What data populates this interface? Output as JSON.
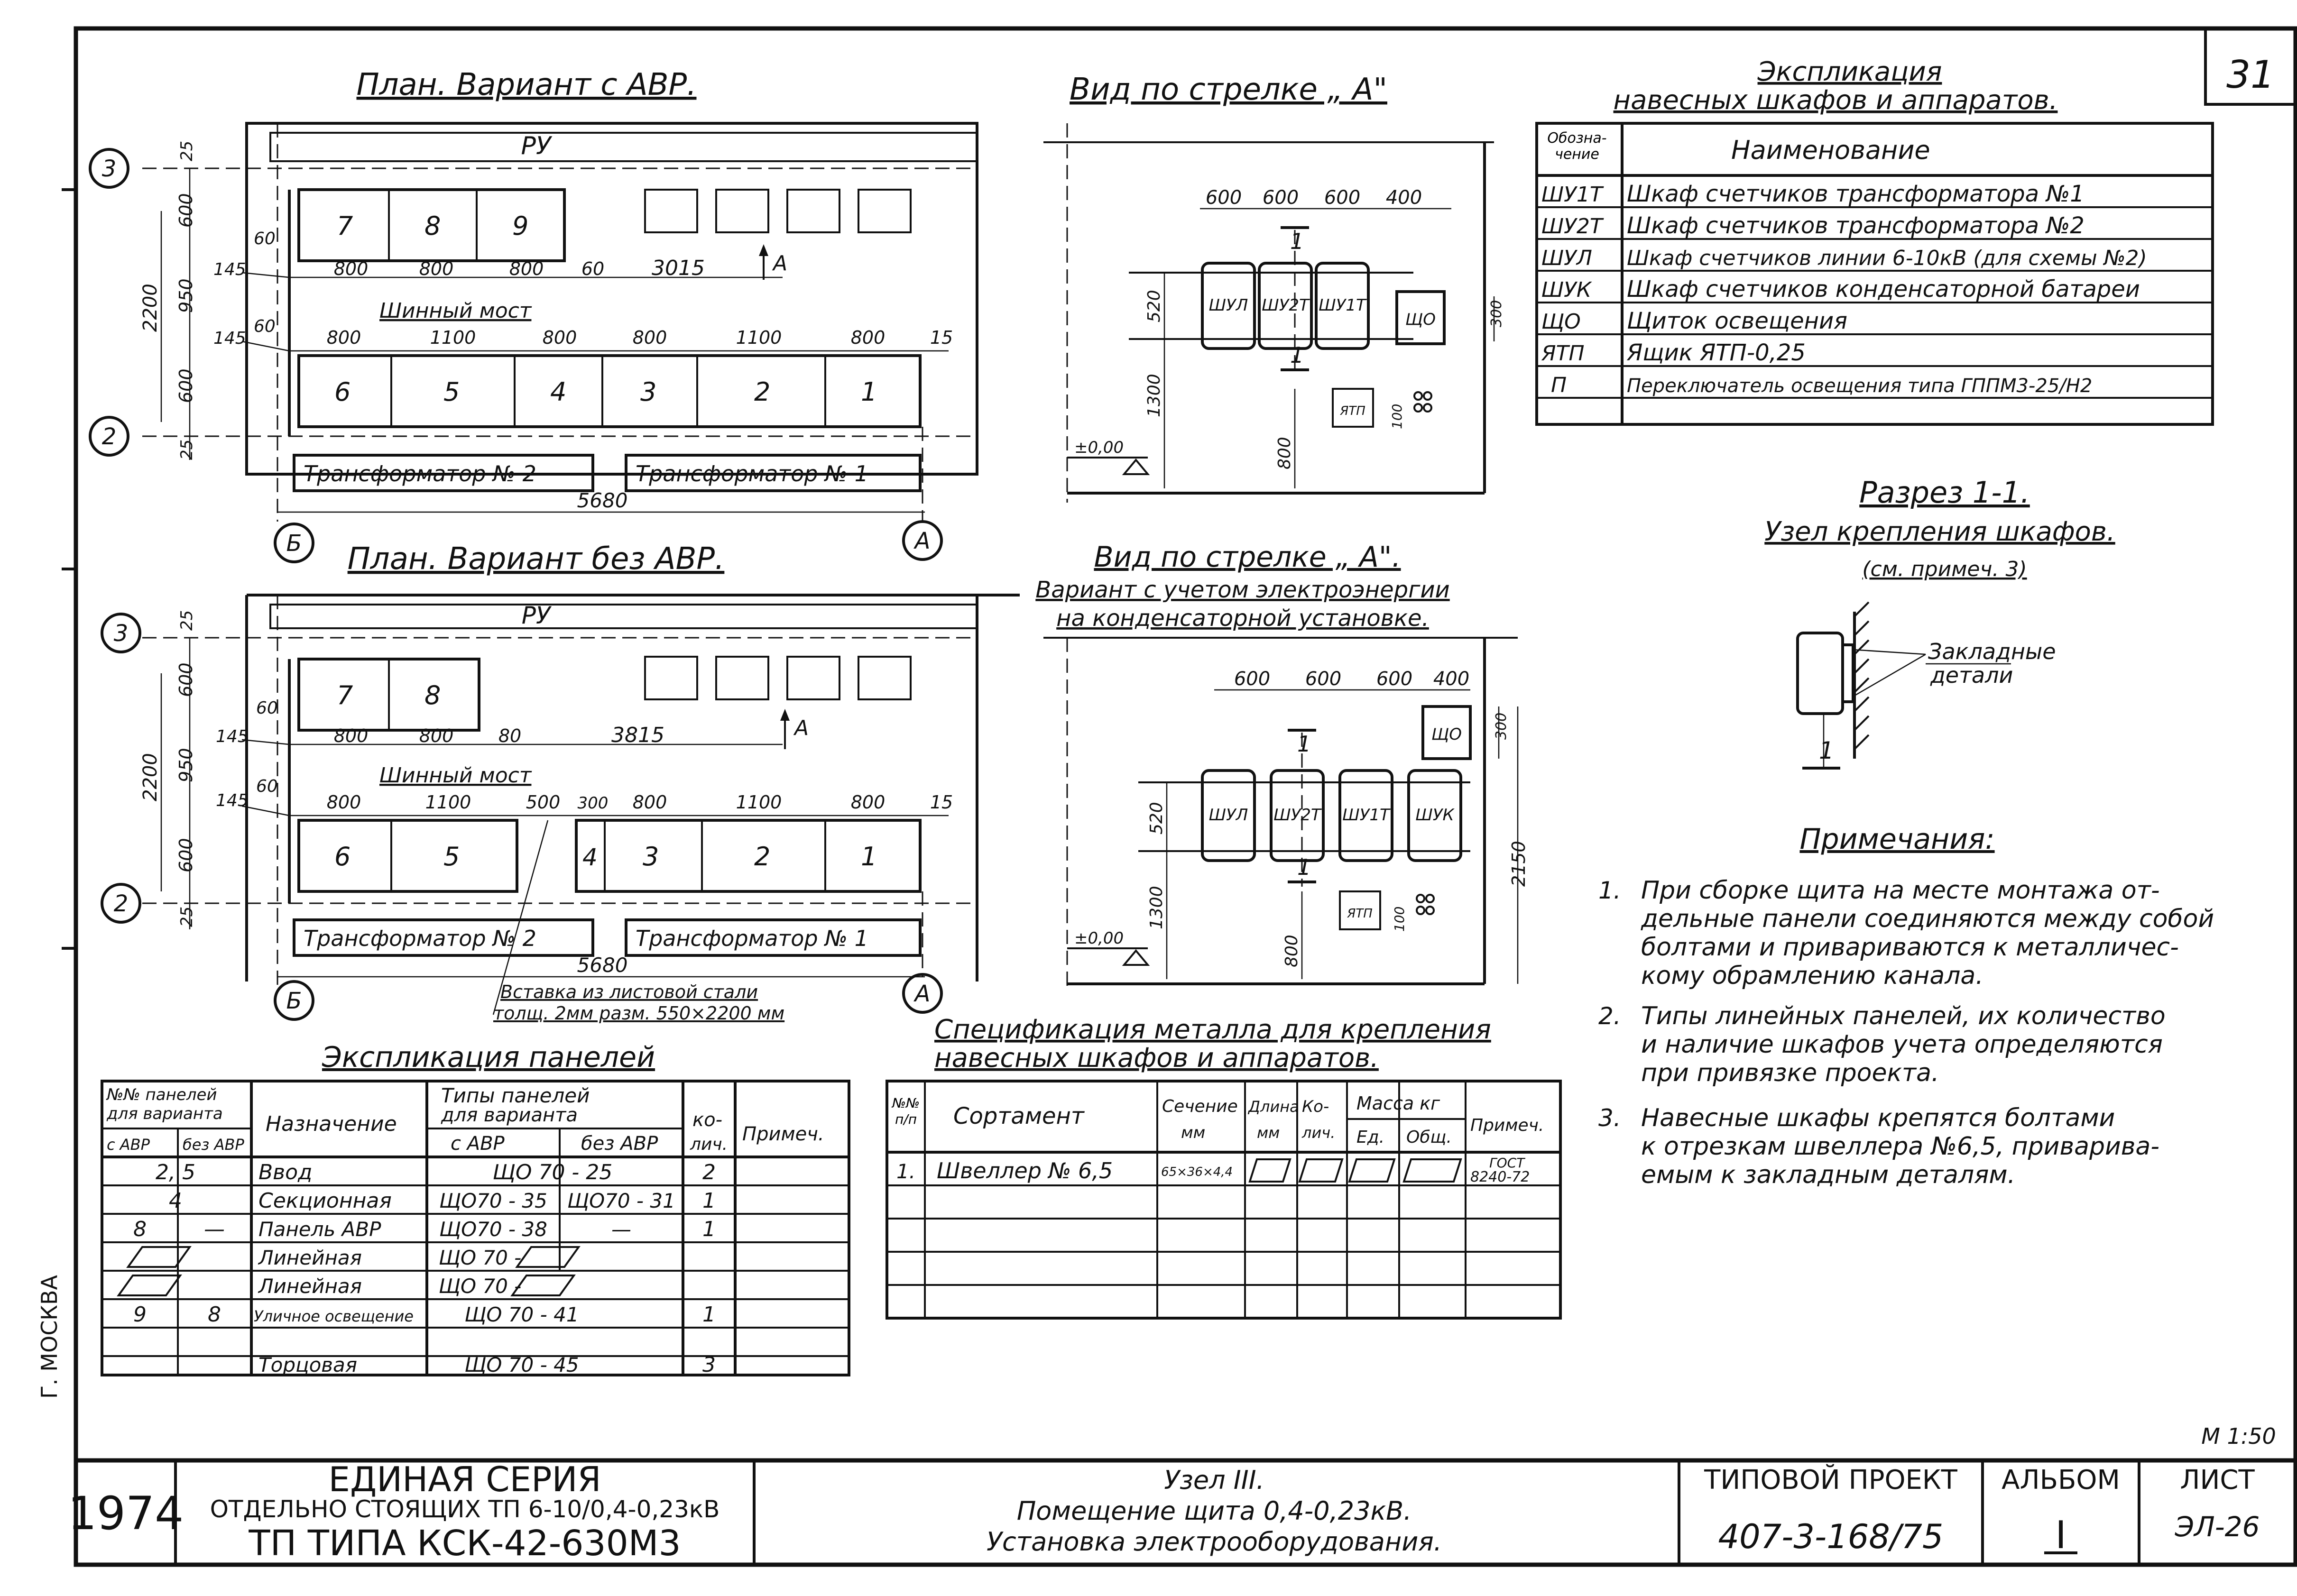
{
  "sheet_number": "31",
  "plan_avr": {
    "title": "План. Вариант с АВР.",
    "ru_label": "РУ",
    "top_panels": [
      "7",
      "8",
      "9"
    ],
    "bottom_panels": [
      "6",
      "5",
      "4",
      "3",
      "2",
      "1"
    ],
    "dims_top": [
      "800",
      "800",
      "800",
      "60",
      "3015"
    ],
    "dims_bottom": [
      "800",
      "1100",
      "800",
      "800",
      "1100",
      "800",
      "15"
    ],
    "dims_side": [
      "25",
      "600",
      "950",
      "600",
      "25"
    ],
    "dim_total_height": "2200",
    "dim_60a": "60",
    "dim_60b": "60",
    "dim_145a": "145",
    "dim_145b": "145",
    "arrow_label": "А",
    "busbar_label": "Шинный мост",
    "transformer2": "Трансформатор № 2",
    "transformer1": "Трансформатор № 1",
    "width_dim": "5680",
    "axis_3": "3",
    "axis_2": "2",
    "axis_b": "Б",
    "axis_a": "А"
  },
  "plan_no_avr": {
    "title": "План. Вариант без АВР.",
    "ru_label": "РУ",
    "top_panels": [
      "7",
      "8"
    ],
    "bottom_panels": [
      "6",
      "5",
      "4",
      "3",
      "2",
      "1"
    ],
    "dims_top": [
      "800",
      "800",
      "80",
      "3815"
    ],
    "dims_bottom": [
      "800",
      "1100",
      "500",
      "300",
      "800",
      "1100",
      "800",
      "15"
    ],
    "dims_side": [
      "25",
      "600",
      "950",
      "600",
      "25"
    ],
    "dim_total_height": "2200",
    "dim_60a": "60",
    "dim_60b": "60",
    "dim_145a": "145",
    "dim_145b": "145",
    "arrow_label": "А",
    "busbar_label": "Шинный мост",
    "transformer2": "Трансформатор № 2",
    "transformer1": "Трансформатор № 1",
    "width_dim": "5680",
    "insert_note_1": "Вставка из листовой стали",
    "insert_note_2": "толщ. 2мм разм. 550×2200 мм",
    "axis_3": "3",
    "axis_2": "2",
    "axis_b": "Б",
    "axis_a": "А"
  },
  "view_a1": {
    "title": "Вид по стрелке „ А\"",
    "dims_top": [
      "600",
      "600",
      "600",
      "400"
    ],
    "cabinets": [
      "ШУЛ",
      "ШУ2Т",
      "ШУ1Т"
    ],
    "shield": "ЩО",
    "ytp": "ЯТП",
    "section": "1",
    "dim_520": "520",
    "dim_1300": "1300",
    "dim_800": "800",
    "dim_300": "300",
    "dim_100": "100",
    "level": "±0,00"
  },
  "view_a2": {
    "title": "Вид по стрелке „ А\".",
    "subtitle_1": "Вариант с учетом электроэнергии",
    "subtitle_2": "на конденсаторной установке.",
    "dims_top": [
      "600",
      "600",
      "600",
      "400"
    ],
    "cabinets": [
      "ШУЛ",
      "ШУ2Т",
      "ШУ1Т",
      "ШУК"
    ],
    "shield": "ЩО",
    "ytp": "ЯТП",
    "section": "1",
    "dim_520": "520",
    "dim_1300": "1300",
    "dim_800": "800",
    "dim_300": "300",
    "dim_100": "100",
    "dim_2150": "2150",
    "level": "±0,00"
  },
  "explication_cabinets": {
    "title_1": "Экспликация",
    "title_2": "навесных шкафов и аппаратов.",
    "header_code": "Обозна-чение",
    "header_name": "Наименование",
    "rows": [
      {
        "code": "ШУ1Т",
        "name": "Шкаф счетчиков трансформатора №1"
      },
      {
        "code": "ШУ2Т",
        "name": "Шкаф счетчиков трансформатора №2"
      },
      {
        "code": "ШУЛ",
        "name": "Шкаф счетчиков линии 6-10кВ (для схемы №2)"
      },
      {
        "code": "ШУК",
        "name": "Шкаф счетчиков конденсаторной батареи"
      },
      {
        "code": "ЩО",
        "name": "Щиток освещения"
      },
      {
        "code": "ЯТП",
        "name": "Ящик ЯТП-0,25"
      },
      {
        "code": "П",
        "name": "Переключатель освещения типа ГППМ3-25/Н2"
      }
    ]
  },
  "section_1_1": {
    "title": "Разрез 1-1.",
    "subtitle": "Узел крепления шкафов.",
    "note_ref": "(см. примеч. 3)",
    "label_1": "Закладные",
    "label_2": "детали",
    "num": "1"
  },
  "notes": {
    "title": "Примечания:",
    "items": [
      {
        "num": "1.",
        "lines": [
          "При сборке щита на месте монтажа от-",
          "дельные панели соединяются между собой",
          "болтами и привариваются к металличес-",
          "кому обрамлению канала."
        ]
      },
      {
        "num": "2.",
        "lines": [
          "Типы линейных панелей, их количество",
          "и наличие шкафов учета определяются",
          "при привязке проекта."
        ]
      },
      {
        "num": "3.",
        "lines": [
          "Навесные шкафы крепятся болтами",
          "к отрезкам швеллера №6,5, приварива-",
          "емым к закладным деталям."
        ]
      }
    ]
  },
  "explication_panels": {
    "title": "Экспликация панелей",
    "h_nn_1": "№№ панелей",
    "h_nn_2": "для варианта",
    "h_with": "с АВР",
    "h_without": "без АВР",
    "h_purpose": "Назначение",
    "h_types_1": "Типы панелей",
    "h_types_2": "для варианта",
    "h_count_1": "ко-",
    "h_count_2": "лич.",
    "h_note": "Примеч.",
    "rows": [
      {
        "avr": "2, 5",
        "noavr": "",
        "purpose": "Ввод",
        "type_avr": "ЩО 70 - 25",
        "type_noavr": "",
        "count": "2"
      },
      {
        "avr": "4",
        "noavr": "",
        "purpose": "Секционная",
        "type_avr": "ЩО70 - 35",
        "type_noavr": "ЩО70 - 31",
        "count": "1"
      },
      {
        "avr": "8",
        "noavr": "—",
        "purpose": "Панель АВР",
        "type_avr": "ЩО70 - 38",
        "type_noavr": "—",
        "count": "1"
      },
      {
        "avr": "",
        "noavr": "",
        "purpose": "Линейная",
        "type_avr": "ЩО 70 -",
        "type_noavr": "",
        "count": ""
      },
      {
        "avr": "",
        "noavr": "",
        "purpose": "Линейная",
        "type_avr": "ЩО 70 -",
        "type_noavr": "",
        "count": ""
      },
      {
        "avr": "9",
        "noavr": "8",
        "purpose": "Уличное освещение",
        "type_avr": "ЩО 70 - 41",
        "type_noavr": "",
        "count": "1"
      },
      {
        "avr": "",
        "noavr": "",
        "purpose": "Торцовая",
        "type_avr": "ЩО 70 - 45",
        "type_noavr": "",
        "count": "3"
      }
    ]
  },
  "spec_metal": {
    "title_1": "Спецификация металла для крепления",
    "title_2": "навесных шкафов и аппаратов.",
    "h_nn": "№№ п/п",
    "h_sort": "Сортамент",
    "h_sect_1": "Сечение",
    "h_sect_2": "мм",
    "h_len_1": "Длина",
    "h_len_2": "мм",
    "h_qty_1": "Ко-",
    "h_qty_2": "лич.",
    "h_mass": "Масса кг",
    "h_unit": "Ед.",
    "h_total": "Общ.",
    "h_note": "Примеч.",
    "row_num": "1.",
    "row_sort": "Швеллер № 6,5",
    "row_sect": "65×36×4,4",
    "row_note_1": "ГОСТ",
    "row_note_2": "8240-72"
  },
  "title_block": {
    "year": "1974",
    "series_1": "ЕДИНАЯ СЕРИЯ",
    "series_2": "ОТДЕЛЬНО СТОЯЩИХ ТП 6-10/0,4-0,23кВ",
    "series_3": "ТП ТИПА КСК-42-630М3",
    "node": "Узел III.",
    "desc_1": "Помещение щита 0,4-0,23кВ.",
    "desc_2": "Установка электрооборудования.",
    "project_label": "ТИПОВОЙ ПРОЕКТ",
    "project_num": "407-3-168/75",
    "album_label": "АЛЬБОМ",
    "album_num": "I",
    "sheet_label": "ЛИСТ",
    "sheet_code": "ЭЛ-26",
    "scale": "М 1:50",
    "side_text": "Г. МОСКВА"
  }
}
